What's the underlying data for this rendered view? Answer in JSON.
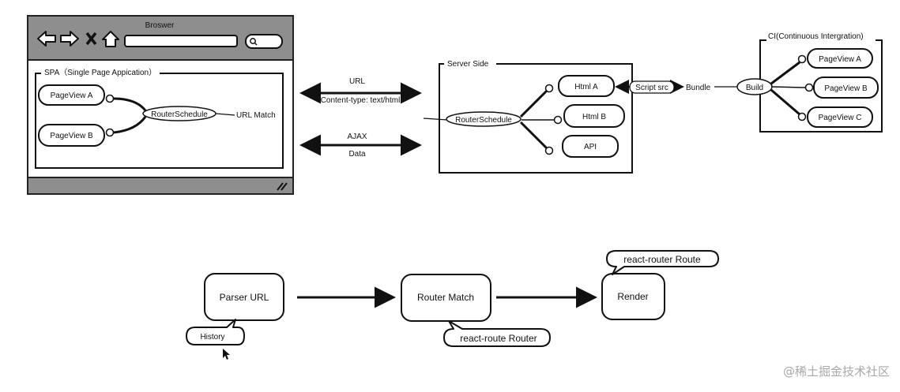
{
  "browser": {
    "title": "Broswer",
    "spa_label": "SPA（Single Page Appication）",
    "pageview_a": "PageView A",
    "pageview_b": "PageView B",
    "router_schedule": "RouterSchedule",
    "url_match": "URL Match"
  },
  "links": {
    "url": "URL",
    "content_type": "Content-type: text/html",
    "ajax": "AJAX",
    "data": "Data"
  },
  "server": {
    "title": "Server Side",
    "router_schedule": "RouterSchedule",
    "html_a": "Html A",
    "html_b": "Html B",
    "api": "API",
    "script_src": "Script src",
    "bundle": "Bundle"
  },
  "ci": {
    "title": "CI(Continuous Intergration)",
    "build": "Build",
    "pageview_a": "PageView A",
    "pageview_b": "PageView B",
    "pageview_c": "PageView C"
  },
  "flow": {
    "parser_url": "Parser URL",
    "history": "History",
    "router_match": "Router Match",
    "react_route_router": "react-route Router",
    "render": "Render",
    "react_router_route": "react-router Route"
  },
  "watermark": "@稀土掘金技术社区"
}
